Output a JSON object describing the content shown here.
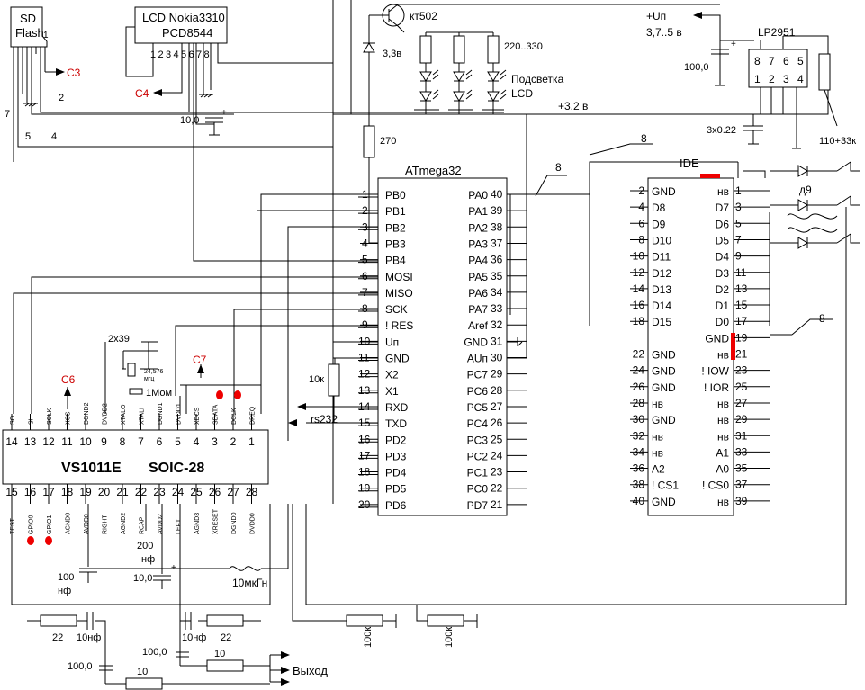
{
  "sd": {
    "title1": "SD",
    "title2": "Flash",
    "pin1": "1",
    "c3": "C3",
    "w7": "7",
    "w2": "2",
    "w5": "5",
    "w4": "4"
  },
  "lcd": {
    "title1": "LCD Nokia3310",
    "title2": "PCD8544",
    "pins": [
      "1",
      "2",
      "3",
      "4",
      "5",
      "6",
      "7",
      "8"
    ],
    "c4": "C4",
    "cap": "10,0"
  },
  "power": {
    "transistor": "кт502",
    "zener": "3,3в",
    "res": "220..330",
    "backlight1": "Подсветка",
    "backlight2": "LCD",
    "vin": "+Uп",
    "vrange": "3,7..5 в",
    "cap": "100,0",
    "v32": "+3.2 в",
    "regulator": "LP2951",
    "reg_top": [
      "8",
      "7",
      "6",
      "5"
    ],
    "reg_bot": [
      "1",
      "2",
      "3",
      "4"
    ],
    "caps3": "3x0.22",
    "rdiv": "110+33к",
    "r270": "270"
  },
  "mcu": {
    "title": "ATmega32",
    "left": [
      [
        "1",
        "PB0"
      ],
      [
        "2",
        "PB1"
      ],
      [
        "3",
        "PB2"
      ],
      [
        "4",
        "PB3"
      ],
      [
        "5",
        "PB4"
      ],
      [
        "6",
        "MOSI"
      ],
      [
        "7",
        "MISO"
      ],
      [
        "8",
        "SCK"
      ],
      [
        "9",
        "! RES"
      ],
      [
        "10",
        "Uп"
      ],
      [
        "11",
        "GND"
      ],
      [
        "12",
        "X2"
      ],
      [
        "13",
        "X1"
      ],
      [
        "14",
        "RXD"
      ],
      [
        "15",
        "TXD"
      ],
      [
        "16",
        "PD2"
      ],
      [
        "17",
        "PD3"
      ],
      [
        "18",
        "PD4"
      ],
      [
        "19",
        "PD5"
      ],
      [
        "20",
        "PD6"
      ]
    ],
    "right": [
      [
        "40",
        "PA0"
      ],
      [
        "39",
        "PA1"
      ],
      [
        "38",
        "PA2"
      ],
      [
        "37",
        "PA3"
      ],
      [
        "36",
        "PA4"
      ],
      [
        "35",
        "PA5"
      ],
      [
        "34",
        "PA6"
      ],
      [
        "33",
        "PA7"
      ],
      [
        "32",
        "Aref"
      ],
      [
        "31",
        "GND"
      ],
      [
        "30",
        "AUп"
      ],
      [
        "29",
        "PC7"
      ],
      [
        "28",
        "PC6"
      ],
      [
        "27",
        "PC5"
      ],
      [
        "26",
        "PC4"
      ],
      [
        "25",
        "PC3"
      ],
      [
        "24",
        "PC2"
      ],
      [
        "23",
        "PC1"
      ],
      [
        "22",
        "PC0"
      ],
      [
        "21",
        "PD7"
      ]
    ],
    "rs232": "rs232",
    "r10k": "10к"
  },
  "ide": {
    "title": "IDE",
    "bus8": "8",
    "left": [
      [
        "2",
        "GND"
      ],
      [
        "4",
        "D8"
      ],
      [
        "6",
        "D9"
      ],
      [
        "8",
        "D10"
      ],
      [
        "10",
        "D11"
      ],
      [
        "12",
        "D12"
      ],
      [
        "14",
        "D13"
      ],
      [
        "16",
        "D14"
      ],
      [
        "18",
        "D15"
      ],
      [
        "",
        ""
      ],
      [
        "22",
        "GND"
      ],
      [
        "24",
        "GND"
      ],
      [
        "26",
        "GND"
      ],
      [
        "28",
        "нв"
      ],
      [
        "30",
        "GND"
      ],
      [
        "32",
        "нв"
      ],
      [
        "34",
        "нв"
      ],
      [
        "36",
        "A2"
      ],
      [
        "38",
        "! CS1"
      ],
      [
        "40",
        "GND"
      ]
    ],
    "right": [
      [
        "1",
        "нв"
      ],
      [
        "3",
        "D7"
      ],
      [
        "5",
        "D6"
      ],
      [
        "7",
        "D5"
      ],
      [
        "9",
        "D4"
      ],
      [
        "11",
        "D3"
      ],
      [
        "13",
        "D2"
      ],
      [
        "15",
        "D1"
      ],
      [
        "17",
        "D0"
      ],
      [
        "19",
        "GND"
      ],
      [
        "21",
        "нв"
      ],
      [
        "23",
        "! IOW"
      ],
      [
        "25",
        "! IOR"
      ],
      [
        "27",
        "нв"
      ],
      [
        "29",
        "нв"
      ],
      [
        "31",
        "нв"
      ],
      [
        "33",
        "A1"
      ],
      [
        "35",
        "A0"
      ],
      [
        "37",
        "! CS0"
      ],
      [
        "39",
        "нв"
      ]
    ],
    "diode": "д9"
  },
  "vs": {
    "title": "VS1011E",
    "package": "SOIC-28",
    "top_nums": [
      "14",
      "13",
      "12",
      "11",
      "10",
      "9",
      "8",
      "7",
      "6",
      "5",
      "4",
      "3",
      "2",
      "1"
    ],
    "top_names": [
      "SO",
      "SI",
      "SCLK",
      "XCS",
      "DGND2",
      "DVDD2",
      "XTALO",
      "XTALI",
      "DGND1",
      "DVDD1",
      "XDCS",
      "SDATA",
      "DCLK",
      "DREQ"
    ],
    "bot_nums": [
      "15",
      "16",
      "17",
      "18",
      "19",
      "20",
      "21",
      "22",
      "23",
      "24",
      "25",
      "26",
      "27",
      "28"
    ],
    "bot_names": [
      "TEST",
      "GPIO0",
      "GPIO1",
      "AGND0",
      "AVDD0",
      "RIGHT",
      "AGND2",
      "RCAP",
      "AVDD2",
      "LEFT",
      "AGND3",
      "XRESET",
      "DGND0",
      "DVDD0"
    ],
    "c6": "C6",
    "c7": "C7",
    "cap39": "2x39",
    "xtal": "24,576",
    "xtal_unit": "мгц",
    "r1m": "1Мом"
  },
  "audio": {
    "c200": "200",
    "nf": "нф",
    "c100": "100",
    "nf2": "нф",
    "c10": "10,0",
    "plus": "+",
    "ind": "10мкГн",
    "r22a": "22",
    "c10nf_a": "10нф",
    "c10nf_b": "10нф",
    "r22b": "22",
    "c100_0": "100,0",
    "c100_0b": "100,0",
    "r10a": "10",
    "r10b": "10",
    "out": "Выход",
    "r100k_a": "100к",
    "r100k_b": "100к"
  }
}
